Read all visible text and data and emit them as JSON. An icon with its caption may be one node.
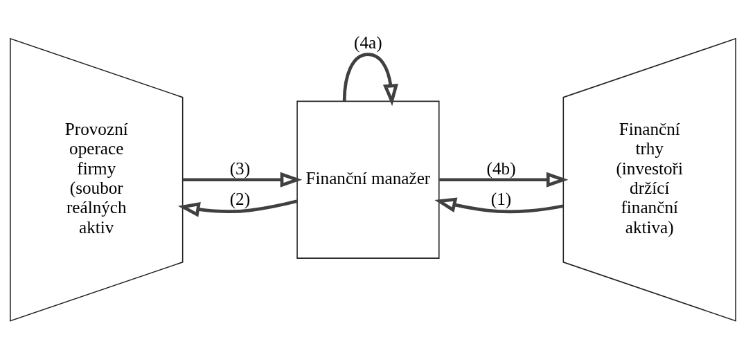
{
  "diagram": {
    "nodes": [
      {
        "text": [
          "Provozní operace firmy (soubor reálných aktiv"
        ]
      },
      {
        "text": [
          "Finanční manažer"
        ]
      },
      {
        "text": [
          "Finanční trhy (investoři držící finanční aktiva)"
        ]
      }
    ],
    "edges": [
      {
        "from": 0,
        "to": 1,
        "arrow": "to",
        "label": "(3)"
      },
      {
        "from": 1,
        "to": 2,
        "arrow": "to",
        "label": "(4b)"
      },
      {
        "from": 1,
        "to": 1,
        "arrow": "to",
        "label": "(4a)"
      },
      {
        "from": 2,
        "to": 1,
        "arrow": "to",
        "label": "(1)"
      },
      {
        "from": 1,
        "to": 0,
        "arrow": "to",
        "label": "(2)"
      }
    ]
  }
}
